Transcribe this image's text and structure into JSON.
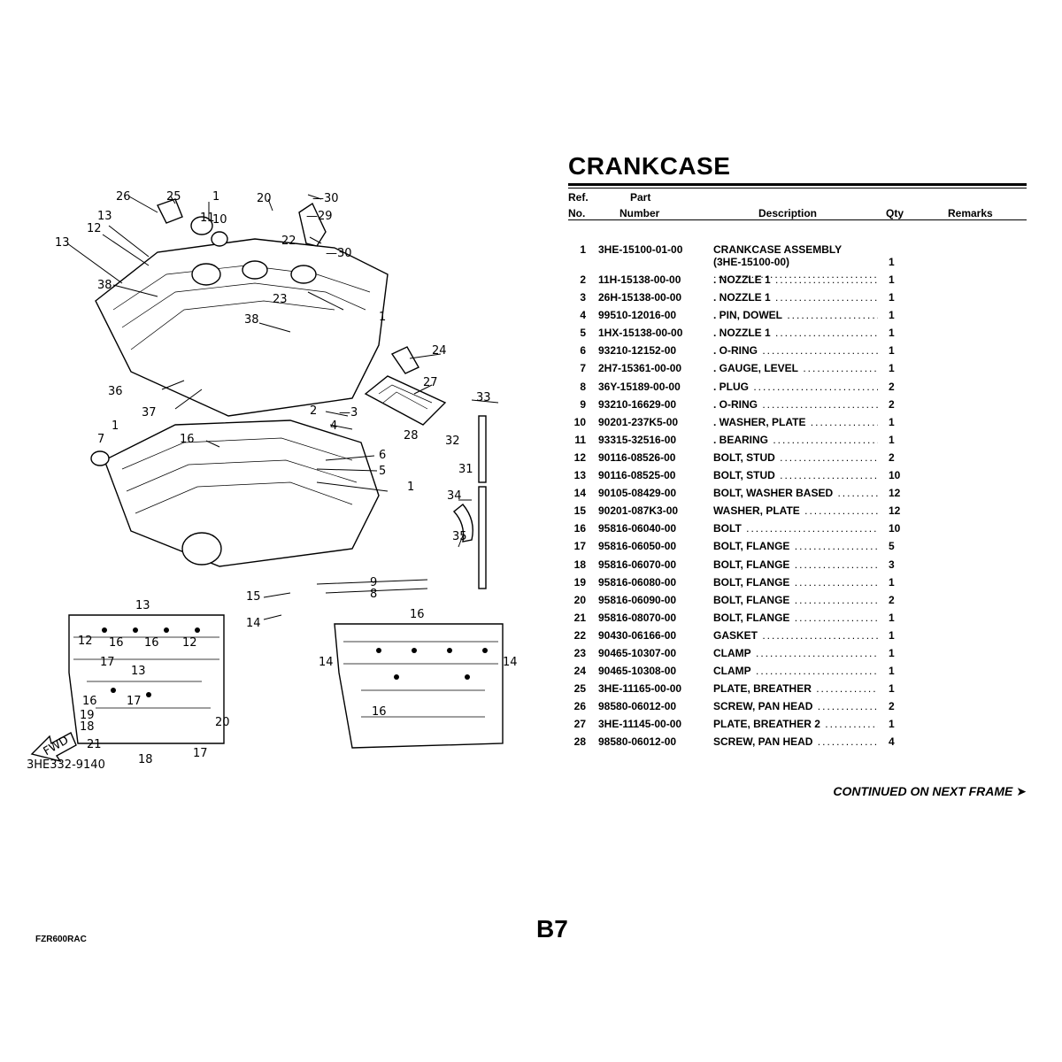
{
  "title": "CRANKCASE",
  "table": {
    "headers": {
      "ref_line1": "Ref.",
      "ref_line2": "No.",
      "part_line1": "Part",
      "part_line2": "Number",
      "description": "Description",
      "qty": "Qty",
      "remarks": "Remarks"
    },
    "rows": [
      {
        "ref": "1",
        "part": "3HE-15100-01-00",
        "desc": "CRANKCASE ASSEMBLY",
        "desc2": "(3HE-15100-00)",
        "qty": "1"
      },
      {
        "ref": "2",
        "part": "11H-15138-00-00",
        "desc": ". NOZZLE 1",
        "qty": "1"
      },
      {
        "ref": "3",
        "part": "26H-15138-00-00",
        "desc": ". NOZZLE 1",
        "qty": "1"
      },
      {
        "ref": "4",
        "part": "99510-12016-00",
        "desc": ". PIN, DOWEL",
        "qty": "1"
      },
      {
        "ref": "5",
        "part": "1HX-15138-00-00",
        "desc": ". NOZZLE 1",
        "qty": "1"
      },
      {
        "ref": "6",
        "part": "93210-12152-00",
        "desc": ". O-RING",
        "qty": "1"
      },
      {
        "ref": "7",
        "part": "2H7-15361-00-00",
        "desc": ". GAUGE, LEVEL",
        "qty": "1"
      },
      {
        "ref": "8",
        "part": "36Y-15189-00-00",
        "desc": ". PLUG",
        "qty": "2"
      },
      {
        "ref": "9",
        "part": "93210-16629-00",
        "desc": ". O-RING",
        "qty": "2"
      },
      {
        "ref": "10",
        "part": "90201-237K5-00",
        "desc": ". WASHER, PLATE",
        "qty": "1"
      },
      {
        "ref": "11",
        "part": "93315-32516-00",
        "desc": ". BEARING",
        "qty": "1"
      },
      {
        "ref": "12",
        "part": "90116-08526-00",
        "desc": "BOLT, STUD",
        "qty": "2"
      },
      {
        "ref": "13",
        "part": "90116-08525-00",
        "desc": "BOLT, STUD",
        "qty": "10"
      },
      {
        "ref": "14",
        "part": "90105-08429-00",
        "desc": "BOLT, WASHER BASED",
        "qty": "12"
      },
      {
        "ref": "15",
        "part": "90201-087K3-00",
        "desc": "WASHER, PLATE",
        "qty": "12"
      },
      {
        "ref": "16",
        "part": "95816-06040-00",
        "desc": "BOLT",
        "qty": "10"
      },
      {
        "ref": "17",
        "part": "95816-06050-00",
        "desc": "BOLT, FLANGE",
        "qty": "5"
      },
      {
        "ref": "18",
        "part": "95816-06070-00",
        "desc": "BOLT, FLANGE",
        "qty": "3"
      },
      {
        "ref": "19",
        "part": "95816-06080-00",
        "desc": "BOLT, FLANGE",
        "qty": "1"
      },
      {
        "ref": "20",
        "part": "95816-06090-00",
        "desc": "BOLT, FLANGE",
        "qty": "2"
      },
      {
        "ref": "21",
        "part": "95816-08070-00",
        "desc": "BOLT, FLANGE",
        "qty": "1"
      },
      {
        "ref": "22",
        "part": "90430-06166-00",
        "desc": "GASKET",
        "qty": "1"
      },
      {
        "ref": "23",
        "part": "90465-10307-00",
        "desc": "CLAMP",
        "qty": "1"
      },
      {
        "ref": "24",
        "part": "90465-10308-00",
        "desc": "CLAMP",
        "qty": "1"
      },
      {
        "ref": "25",
        "part": "3HE-11165-00-00",
        "desc": "PLATE, BREATHER",
        "qty": "1"
      },
      {
        "ref": "26",
        "part": "98580-06012-00",
        "desc": "SCREW, PAN HEAD",
        "qty": "2"
      },
      {
        "ref": "27",
        "part": "3HE-11145-00-00",
        "desc": "PLATE, BREATHER 2",
        "qty": "1"
      },
      {
        "ref": "28",
        "part": "98580-06012-00",
        "desc": "SCREW, PAN HEAD",
        "qty": "4"
      }
    ]
  },
  "continued": "CONTINUED ON NEXT FRAME ➤",
  "page_number": "B7",
  "footer_code": "FZR600RAC",
  "diagram": {
    "drawing_code": "3HE332-9140",
    "fwd_label": "FWD",
    "callouts": [
      "1",
      "2",
      "3",
      "4",
      "5",
      "6",
      "7",
      "8",
      "9",
      "10",
      "11",
      "12",
      "13",
      "14",
      "15",
      "16",
      "17",
      "18",
      "19",
      "20",
      "21",
      "22",
      "23",
      "24",
      "25",
      "26",
      "27",
      "28",
      "29",
      "30",
      "31",
      "32",
      "33",
      "34",
      "35",
      "36",
      "37",
      "38"
    ]
  }
}
